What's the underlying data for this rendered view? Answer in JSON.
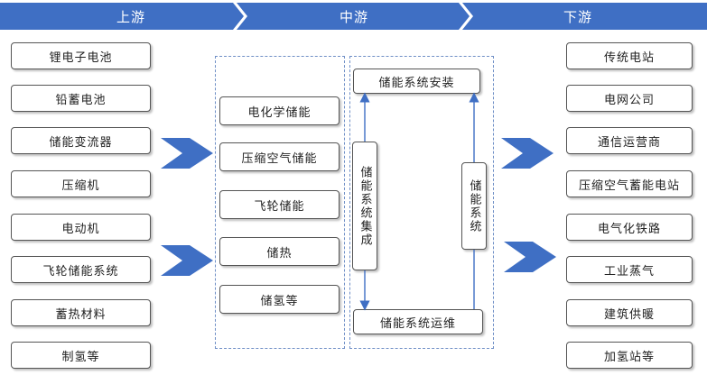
{
  "stages": {
    "upstream": "上游",
    "midstream": "中游",
    "downstream": "下游"
  },
  "upstream": [
    "锂电子电池",
    "铅蓄电池",
    "储能变流器",
    "压缩机",
    "电动机",
    "飞轮储能系统",
    "蓄热材料",
    "制氢等"
  ],
  "midstream": {
    "storage_types": [
      "电化学储能",
      "压缩空气储能",
      "飞轮储能",
      "储热",
      "储氢等"
    ],
    "installation": "储能系统安装",
    "integration": "储能系统集成",
    "system": "储能系统",
    "operation": "储能系统运维"
  },
  "downstream": [
    "传统电站",
    "电网公司",
    "通信运营商",
    "压缩空气蓄能电站",
    "电气化铁路",
    "工业蒸气",
    "建筑供暖",
    "加氢站等"
  ],
  "colors": {
    "banner": "#3f6fc4",
    "arrow": "#3f6fc4",
    "dashed_border": "#6f8fc6",
    "box_border": "#555555"
  }
}
